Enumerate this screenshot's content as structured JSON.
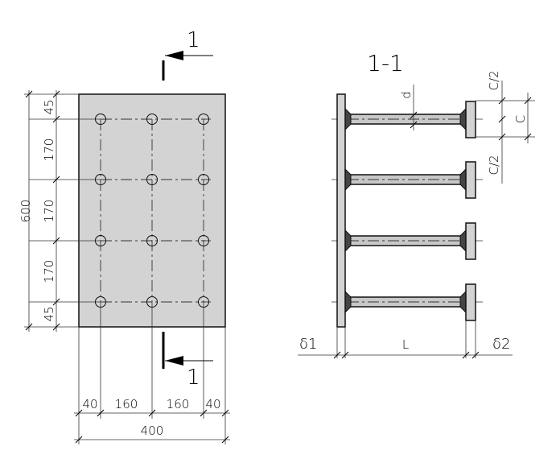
{
  "section_mark": "1",
  "section_title": "1-1",
  "plan": {
    "vertical_dims": [
      "45",
      "170",
      "170",
      "170",
      "45"
    ],
    "total_height": "600",
    "horizontal_dims": [
      "40",
      "160",
      "160",
      "40"
    ],
    "total_width": "400"
  },
  "section": {
    "bar_diameter": "d",
    "anchor_size": "C",
    "half_anchor": "C/2",
    "half_anchor_2": "C/2",
    "length": "L",
    "delta1": "δ1",
    "delta2": "δ2"
  }
}
